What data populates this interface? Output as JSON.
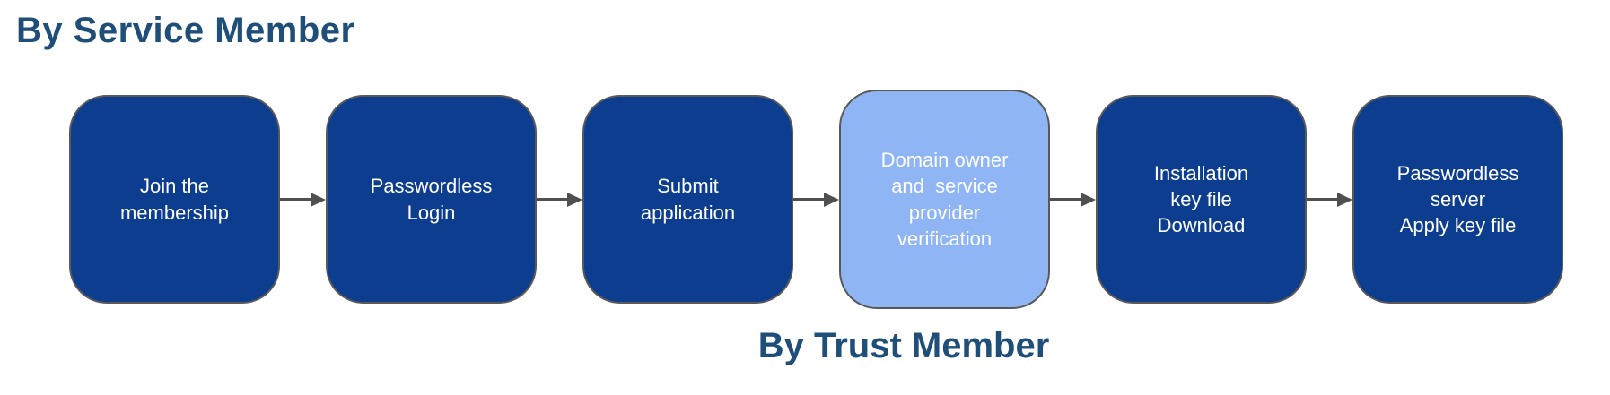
{
  "header": {
    "title": "By Service Member"
  },
  "footer": {
    "title": "By Trust Member"
  },
  "flow": {
    "boxes": [
      {
        "id": "join-membership",
        "label": "Join the\nmembership",
        "variant": "dark"
      },
      {
        "id": "passwordless-login",
        "label": "Passwordless\nLogin",
        "variant": "dark"
      },
      {
        "id": "submit-application",
        "label": "Submit\napplication",
        "variant": "dark"
      },
      {
        "id": "domain-owner-verification",
        "label": "Domain owner\nand  service\nprovider\nverification",
        "variant": "light"
      },
      {
        "id": "installation-key-file-download",
        "label": "Installation\nkey file\nDownload",
        "variant": "dark"
      },
      {
        "id": "passwordless-server-apply-key-file",
        "label": "Passwordless\nserver\nApply key file",
        "variant": "dark"
      }
    ]
  },
  "colors": {
    "box_dark": "#0d3d8f",
    "box_light": "#8fb5f5",
    "box_text": "#ffffff",
    "title": "#1f4e79",
    "border": "#595959",
    "arrow": "#4f4f4f"
  }
}
